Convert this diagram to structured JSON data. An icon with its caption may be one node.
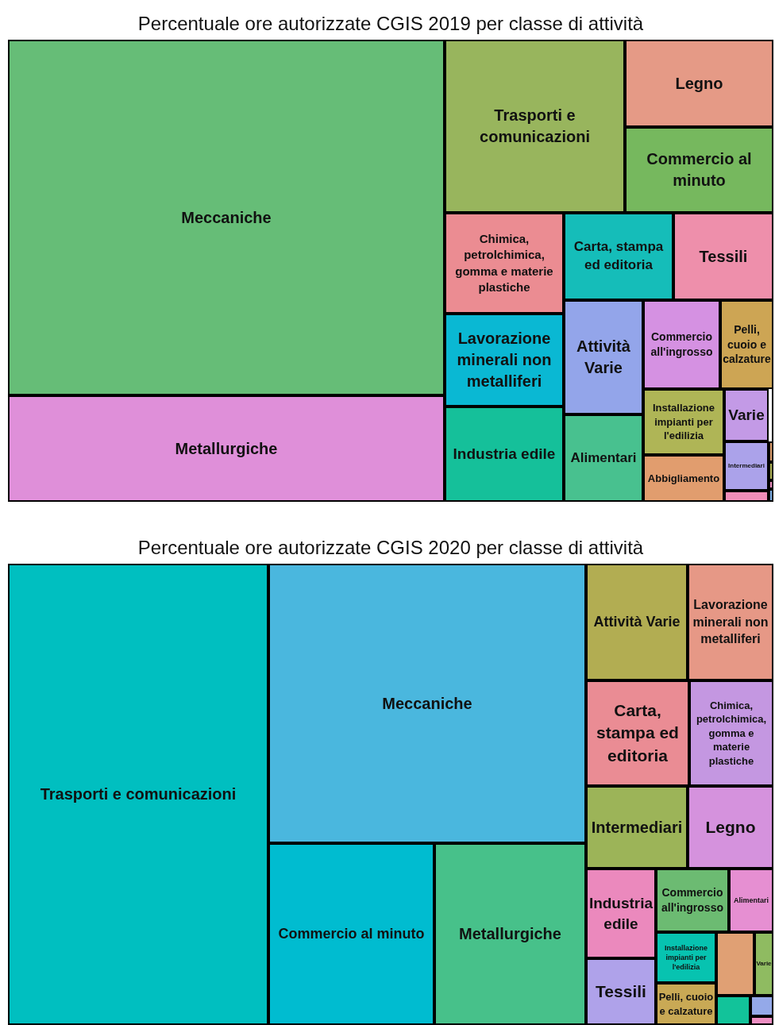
{
  "diagram": {
    "nodes": [
      {
        "text": [
          "Percentuale ore autorizzate CGIS 2019 per classe di attività"
        ]
      },
      {
        "text": [
          "Meccaniche"
        ],
        "in": 0
      },
      {
        "text": [
          "Metallurgiche"
        ],
        "in": 0
      },
      {
        "text": [
          "Trasporti e comunicazioni"
        ],
        "in": 0
      },
      {
        "text": [
          "Legno"
        ],
        "in": 0
      },
      {
        "text": [
          "Commercio al minuto"
        ],
        "in": 0
      },
      {
        "text": [
          "Chimica, petrolchimica, gomma e materie plastiche"
        ],
        "in": 0
      },
      {
        "text": [
          "Carta, stampa ed editoria"
        ],
        "in": 0
      },
      {
        "text": [
          "Tessili"
        ],
        "in": 0
      },
      {
        "text": [
          "Lavorazione minerali non metalliferi"
        ],
        "in": 0
      },
      {
        "text": [
          "Industria edile"
        ],
        "in": 0
      },
      {
        "text": [
          "Attività Varie"
        ],
        "in": 0
      },
      {
        "text": [
          "Alimentari"
        ],
        "in": 0
      },
      {
        "text": [
          "Commercio all'ingrosso"
        ],
        "in": 0
      },
      {
        "text": [
          "Pelli, cuoio e calzature"
        ],
        "in": 0
      },
      {
        "text": [
          "Installazione impianti per l'edilizia"
        ],
        "in": 0
      },
      {
        "text": [
          "Abbigliamento"
        ],
        "in": 0
      },
      {
        "text": [
          "Varie"
        ],
        "in": 0
      },
      {
        "text": [
          "Intermediari"
        ],
        "in": 0
      },
      {
        "text": [],
        "shape": "box",
        "in": 0
      },
      {
        "text": [],
        "shape": "box",
        "in": 0
      },
      {
        "text": [],
        "shape": "box",
        "in": 0
      },
      {
        "text": [],
        "shape": "box",
        "in": 0
      },
      {
        "text": [],
        "shape": "box",
        "in": 0
      },
      {
        "text": [
          "Percentuale ore autorizzate CGIS 2020 per classe di attività"
        ]
      },
      {
        "text": [
          "Trasporti e comunicazioni"
        ],
        "in": 24
      },
      {
        "text": [
          "Meccaniche"
        ],
        "in": 24
      },
      {
        "text": [
          "Commercio al minuto"
        ],
        "in": 24
      },
      {
        "text": [
          "Metallurgiche"
        ],
        "in": 24
      },
      {
        "text": [
          "Attività Varie"
        ],
        "in": 24
      },
      {
        "text": [
          "Lavorazione minerali non metalliferi"
        ],
        "in": 24
      },
      {
        "text": [
          "Carta, stampa ed editoria"
        ],
        "in": 24
      },
      {
        "text": [
          "Chimica, petrolchimica, gomma e materie plastiche"
        ],
        "in": 24
      },
      {
        "text": [
          "Intermediari"
        ],
        "in": 24
      },
      {
        "text": [
          "Legno"
        ],
        "in": 24
      },
      {
        "text": [
          "Industria edile"
        ],
        "in": 24
      },
      {
        "text": [
          "Tessili"
        ],
        "in": 24
      },
      {
        "text": [
          "Commercio all'ingrosso"
        ],
        "in": 24
      },
      {
        "text": [
          "Alimentari"
        ],
        "in": 24
      },
      {
        "text": [
          "Installazione impianti per l'edilizia"
        ],
        "in": 24
      },
      {
        "text": [
          "Pelli, cuoio e calzature"
        ],
        "in": 24
      },
      {
        "text": [],
        "shape": "box",
        "in": 24
      },
      {
        "text": [
          "Varie"
        ],
        "in": 24
      },
      {
        "text": [],
        "shape": "box",
        "in": 24
      },
      {
        "text": [],
        "shape": "box",
        "in": 24
      },
      {
        "text": [],
        "shape": "box",
        "in": 24
      }
    ]
  }
}
